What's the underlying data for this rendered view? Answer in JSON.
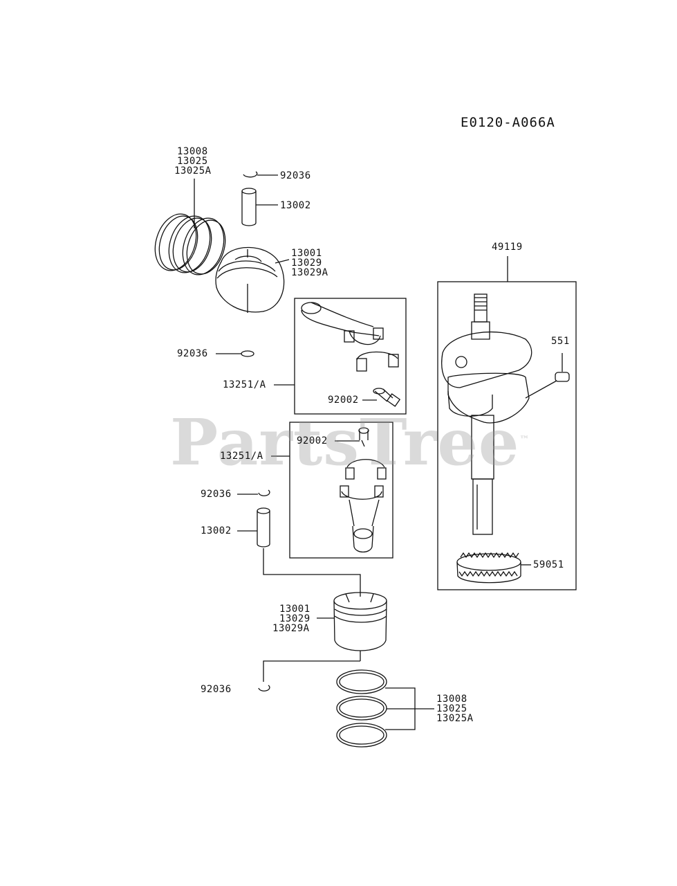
{
  "diagram": {
    "code": "E0120-A066A",
    "watermark": "PartsTree",
    "watermark_mark": "™"
  },
  "parts": {
    "rings_top": [
      "13008",
      "13025",
      "13025A"
    ],
    "clip_top_upper": "92036",
    "pin_top": "13002",
    "piston_top": [
      "13001",
      "13029",
      "13029A"
    ],
    "clip_top_lower": "92036",
    "conrod_top": "13251/A",
    "bolt_top": "92002",
    "bolt_bottom": "92002",
    "conrod_bottom": "13251/A",
    "clip_bottom_upper": "92036",
    "pin_bottom": "13002",
    "piston_bottom": [
      "13001",
      "13029",
      "13029A"
    ],
    "clip_bottom_lower": "92036",
    "rings_bottom": [
      "13008",
      "13025",
      "13025A"
    ],
    "crankshaft": "49119",
    "key": "551",
    "gear": "59051"
  },
  "colors": {
    "line": "#111111",
    "watermark": "#969696"
  }
}
